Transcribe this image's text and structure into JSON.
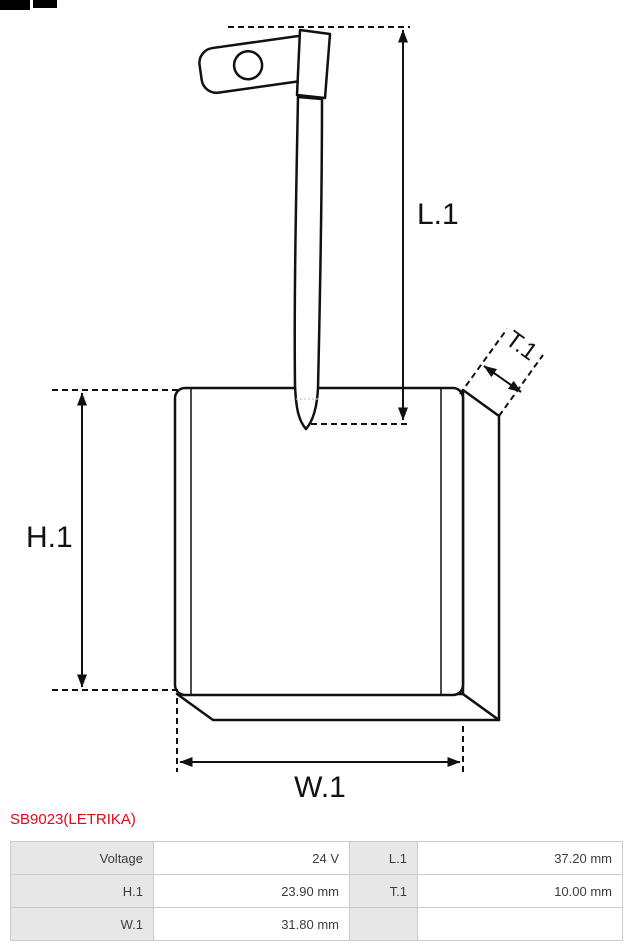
{
  "part_number": "SB9023(LETRIKA)",
  "colors": {
    "accent-red": "#e30613",
    "table-border": "#cccccc",
    "table-label-bg": "#e7e7e7",
    "line": "#111111"
  },
  "icons": {
    "logo": "brand-logo-mark"
  },
  "diagram": {
    "labels": {
      "l1": "L.1",
      "h1": "H.1",
      "w1": "W.1",
      "t1": "T.1"
    }
  },
  "specs": {
    "rows": [
      {
        "c0": "Voltage",
        "v0": "24 V",
        "c1": "L.1",
        "v1": "37.20 mm"
      },
      {
        "c0": "H.1",
        "v0": "23.90 mm",
        "c1": "T.1",
        "v1": "10.00 mm"
      },
      {
        "c0": "W.1",
        "v0": "31.80 mm",
        "c1": "",
        "v1": ""
      }
    ]
  }
}
